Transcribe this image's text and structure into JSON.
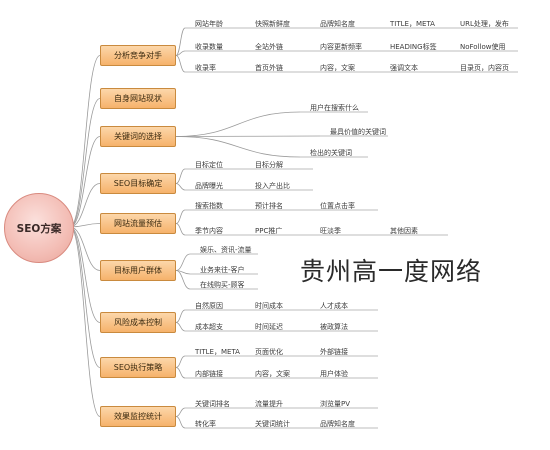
{
  "root": "SEO方案",
  "watermark": "贵州高一度网络",
  "branches": [
    {
      "label": "分析竞争对手",
      "leaves": [
        [
          "网站年龄",
          "快照新鲜度",
          "品牌知名度",
          "TITLE，META",
          "URL处理，发布"
        ],
        [
          "收录数量",
          "全站外链",
          "内容更新频率",
          "HEADING标签",
          "NoFollow使用"
        ],
        [
          "收录率",
          "首页外链",
          "内容，文案",
          "强调文本",
          "目录页，内容页"
        ]
      ]
    },
    {
      "label": "自身网站现状",
      "leaves": []
    },
    {
      "label": "关键词的选择",
      "leaves": [
        [
          "用户在搜索什么"
        ],
        [
          "最具价值的关键词"
        ],
        [
          "检出的关键词"
        ]
      ]
    },
    {
      "label": "SEO目标确定",
      "leaves": [
        [
          "目标定位",
          "目标分解"
        ],
        [
          "品牌曝光",
          "投入产出比"
        ]
      ]
    },
    {
      "label": "网站流量预估",
      "leaves": [
        [
          "搜索指数",
          "预计排名",
          "位置点击率"
        ],
        [
          "季节内容",
          "PPC推广",
          "旺淡季",
          "其他因素"
        ]
      ]
    },
    {
      "label": "目标用户群体",
      "leaves": [
        [
          "娱乐、资讯-流量"
        ],
        [
          "业务来往-客户"
        ],
        [
          "在线购买-顾客"
        ]
      ]
    },
    {
      "label": "风险成本控制",
      "leaves": [
        [
          "自然原因",
          "时间成本",
          "人才成本"
        ],
        [
          "成本超支",
          "时间延迟",
          "被政算法"
        ]
      ]
    },
    {
      "label": "SEO执行策略",
      "leaves": [
        [
          "TITLE，META",
          "页面优化",
          "外部链接"
        ],
        [
          "内部链接",
          "内容，文案",
          "用户体验"
        ]
      ]
    },
    {
      "label": "效果监控统计",
      "leaves": [
        [
          "关键词排名",
          "流量提升",
          "浏览量PV"
        ],
        [
          "转化率",
          "关键词统计",
          "品牌知名度"
        ]
      ]
    }
  ]
}
